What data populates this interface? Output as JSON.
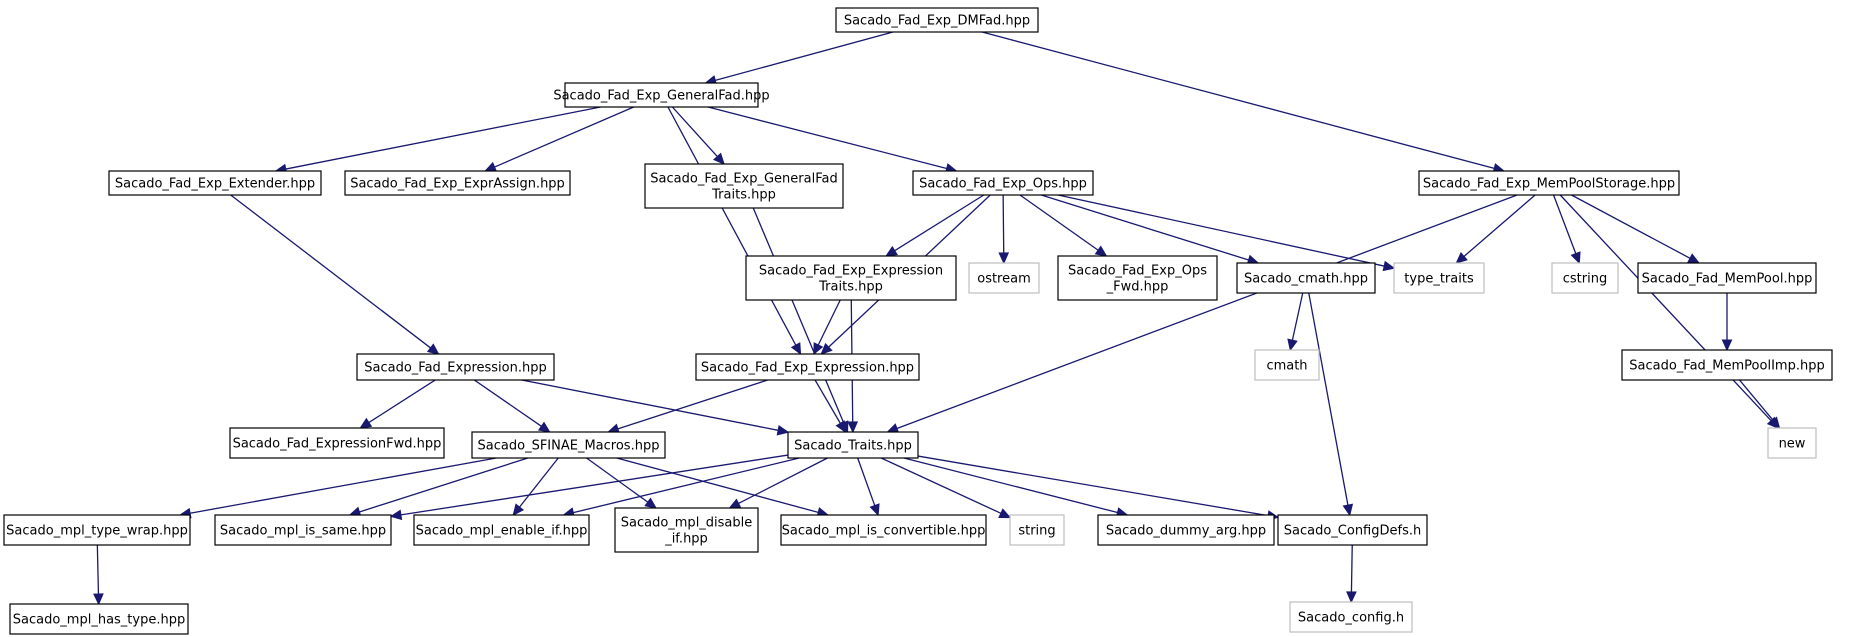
{
  "colors": {
    "edge": "#191970",
    "node_border": "#000000",
    "external_border": "#bfbfbf",
    "root_fill": "#bfbfbf",
    "text": "#000000"
  },
  "nodes": [
    {
      "id": "dmfad",
      "label": [
        "Sacado_Fad_Exp_DMFad.hpp"
      ],
      "kind": "root"
    },
    {
      "id": "generalfad",
      "label": [
        "Sacado_Fad_Exp_GeneralFad.hpp"
      ],
      "kind": "file"
    },
    {
      "id": "mempoolstorage",
      "label": [
        "Sacado_Fad_Exp_MemPoolStorage.hpp"
      ],
      "kind": "file"
    },
    {
      "id": "extender",
      "label": [
        "Sacado_Fad_Exp_Extender.hpp"
      ],
      "kind": "file"
    },
    {
      "id": "exprassign",
      "label": [
        "Sacado_Fad_Exp_ExprAssign.hpp"
      ],
      "kind": "file"
    },
    {
      "id": "gftraits",
      "label": [
        "Sacado_Fad_Exp_GeneralFad",
        "Traits.hpp"
      ],
      "kind": "file"
    },
    {
      "id": "ops",
      "label": [
        "Sacado_Fad_Exp_Ops.hpp"
      ],
      "kind": "file"
    },
    {
      "id": "exprtraits",
      "label": [
        "Sacado_Fad_Exp_Expression",
        "Traits.hpp"
      ],
      "kind": "file"
    },
    {
      "id": "ostream",
      "label": [
        "ostream"
      ],
      "kind": "external"
    },
    {
      "id": "opsfwd",
      "label": [
        "Sacado_Fad_Exp_Ops",
        "_Fwd.hpp"
      ],
      "kind": "file"
    },
    {
      "id": "cmath_s",
      "label": [
        "Sacado_cmath.hpp"
      ],
      "kind": "file"
    },
    {
      "id": "type_traits",
      "label": [
        "type_traits"
      ],
      "kind": "external"
    },
    {
      "id": "cstring",
      "label": [
        "cstring"
      ],
      "kind": "external"
    },
    {
      "id": "mempool",
      "label": [
        "Sacado_Fad_MemPool.hpp"
      ],
      "kind": "file"
    },
    {
      "id": "cmath",
      "label": [
        "cmath"
      ],
      "kind": "external"
    },
    {
      "id": "fadexpression",
      "label": [
        "Sacado_Fad_Expression.hpp"
      ],
      "kind": "file"
    },
    {
      "id": "expexpression",
      "label": [
        "Sacado_Fad_Exp_Expression.hpp"
      ],
      "kind": "file"
    },
    {
      "id": "mempoolimp",
      "label": [
        "Sacado_Fad_MemPoolImp.hpp"
      ],
      "kind": "file"
    },
    {
      "id": "exprfwd",
      "label": [
        "Sacado_Fad_ExpressionFwd.hpp"
      ],
      "kind": "file"
    },
    {
      "id": "sfinae",
      "label": [
        "Sacado_SFINAE_Macros.hpp"
      ],
      "kind": "file"
    },
    {
      "id": "traits",
      "label": [
        "Sacado_Traits.hpp"
      ],
      "kind": "file"
    },
    {
      "id": "new",
      "label": [
        "new"
      ],
      "kind": "external"
    },
    {
      "id": "typewrap",
      "label": [
        "Sacado_mpl_type_wrap.hpp"
      ],
      "kind": "file"
    },
    {
      "id": "issame",
      "label": [
        "Sacado_mpl_is_same.hpp"
      ],
      "kind": "file"
    },
    {
      "id": "enableif",
      "label": [
        "Sacado_mpl_enable_if.hpp"
      ],
      "kind": "file"
    },
    {
      "id": "disableif",
      "label": [
        "Sacado_mpl_disable",
        "_if.hpp"
      ],
      "kind": "file"
    },
    {
      "id": "isconvertible",
      "label": [
        "Sacado_mpl_is_convertible.hpp"
      ],
      "kind": "file"
    },
    {
      "id": "string",
      "label": [
        "string"
      ],
      "kind": "external"
    },
    {
      "id": "dummyarg",
      "label": [
        "Sacado_dummy_arg.hpp"
      ],
      "kind": "file"
    },
    {
      "id": "configdefs",
      "label": [
        "Sacado_ConfigDefs.h"
      ],
      "kind": "file"
    },
    {
      "id": "hastype",
      "label": [
        "Sacado_mpl_has_type.hpp"
      ],
      "kind": "file"
    },
    {
      "id": "config",
      "label": [
        "Sacado_config.h"
      ],
      "kind": "external"
    }
  ],
  "edges": [
    {
      "from": "dmfad",
      "to": "generalfad"
    },
    {
      "from": "dmfad",
      "to": "mempoolstorage"
    },
    {
      "from": "generalfad",
      "to": "extender"
    },
    {
      "from": "generalfad",
      "to": "exprassign"
    },
    {
      "from": "generalfad",
      "to": "gftraits"
    },
    {
      "from": "generalfad",
      "to": "ops"
    },
    {
      "from": "generalfad",
      "to": "expexpression"
    },
    {
      "from": "extender",
      "to": "fadexpression"
    },
    {
      "from": "gftraits",
      "to": "traits"
    },
    {
      "from": "ops",
      "to": "exprtraits"
    },
    {
      "from": "ops",
      "to": "ostream"
    },
    {
      "from": "ops",
      "to": "opsfwd"
    },
    {
      "from": "ops",
      "to": "cmath_s"
    },
    {
      "from": "ops",
      "to": "type_traits"
    },
    {
      "from": "ops",
      "to": "expexpression"
    },
    {
      "from": "mempoolstorage",
      "to": "type_traits"
    },
    {
      "from": "mempoolstorage",
      "to": "cstring"
    },
    {
      "from": "mempoolstorage",
      "to": "mempool"
    },
    {
      "from": "mempoolstorage",
      "to": "new"
    },
    {
      "from": "mempoolstorage",
      "to": "traits"
    },
    {
      "from": "exprtraits",
      "to": "expexpression"
    },
    {
      "from": "exprtraits",
      "to": "traits"
    },
    {
      "from": "cmath_s",
      "to": "cmath"
    },
    {
      "from": "cmath_s",
      "to": "configdefs"
    },
    {
      "from": "mempool",
      "to": "mempoolimp"
    },
    {
      "from": "mempoolimp",
      "to": "new"
    },
    {
      "from": "fadexpression",
      "to": "exprfwd"
    },
    {
      "from": "fadexpression",
      "to": "sfinae"
    },
    {
      "from": "fadexpression",
      "to": "traits"
    },
    {
      "from": "expexpression",
      "to": "sfinae"
    },
    {
      "from": "expexpression",
      "to": "traits"
    },
    {
      "from": "sfinae",
      "to": "typewrap"
    },
    {
      "from": "sfinae",
      "to": "issame"
    },
    {
      "from": "sfinae",
      "to": "enableif"
    },
    {
      "from": "sfinae",
      "to": "disableif"
    },
    {
      "from": "sfinae",
      "to": "isconvertible"
    },
    {
      "from": "traits",
      "to": "issame"
    },
    {
      "from": "traits",
      "to": "enableif"
    },
    {
      "from": "traits",
      "to": "disableif"
    },
    {
      "from": "traits",
      "to": "isconvertible"
    },
    {
      "from": "traits",
      "to": "string"
    },
    {
      "from": "traits",
      "to": "dummyarg"
    },
    {
      "from": "traits",
      "to": "configdefs"
    },
    {
      "from": "typewrap",
      "to": "hastype"
    },
    {
      "from": "configdefs",
      "to": "config"
    }
  ]
}
